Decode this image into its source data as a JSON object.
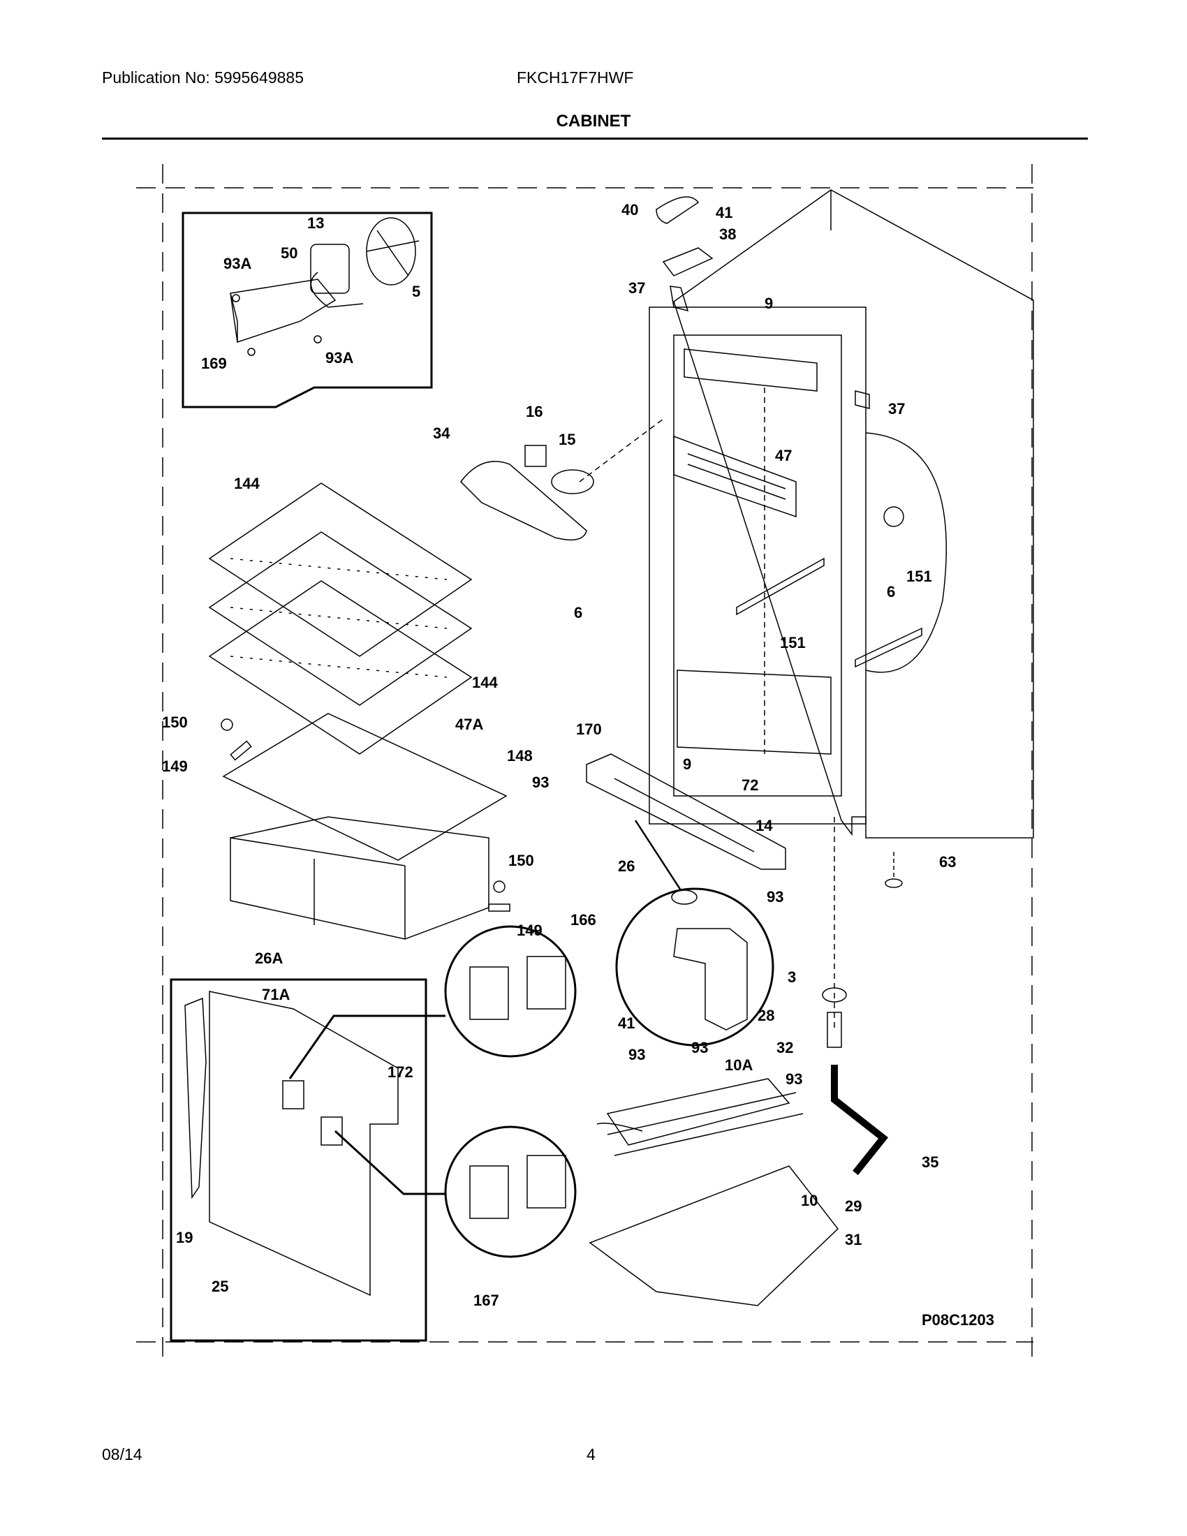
{
  "header": {
    "publication": "Publication No: 5995649885",
    "model": "FKCH17F7HWF",
    "section_title": "CABINET"
  },
  "diagram": {
    "drawing_code": "P08C1203",
    "callouts": {
      "c13": "13",
      "c50": "50",
      "c93A_a": "93A",
      "c5": "5",
      "c169": "169",
      "c93A_b": "93A",
      "c40": "40",
      "c41_a": "41",
      "c38": "38",
      "c37_a": "37",
      "c9_a": "9",
      "c37_b": "37",
      "c16": "16",
      "c15": "15",
      "c34": "34",
      "c47": "47",
      "c144_a": "144",
      "c144_b": "144",
      "c6_a": "6",
      "c6_b": "6",
      "c151_a": "151",
      "c151_b": "151",
      "c150_a": "150",
      "c149_a": "149",
      "c47A": "47A",
      "c148": "148",
      "c170": "170",
      "c93_a": "93",
      "c9_b": "9",
      "c72": "72",
      "c14": "14",
      "c63": "63",
      "c26": "26",
      "c93_b": "93",
      "c150_b": "150",
      "c149_b": "149",
      "c26A": "26A",
      "c166": "166",
      "c3": "3",
      "c41_b": "41",
      "c28": "28",
      "c71A": "71A",
      "c172": "172",
      "c32": "32",
      "c93_c": "93",
      "c93_d": "93",
      "c10A": "10A",
      "c93_e": "93",
      "c35": "35",
      "c10": "10",
      "c29": "29",
      "c31": "31",
      "c19": "19",
      "c25": "25",
      "c167": "167"
    }
  },
  "footer": {
    "date": "08/14",
    "page": "4"
  }
}
